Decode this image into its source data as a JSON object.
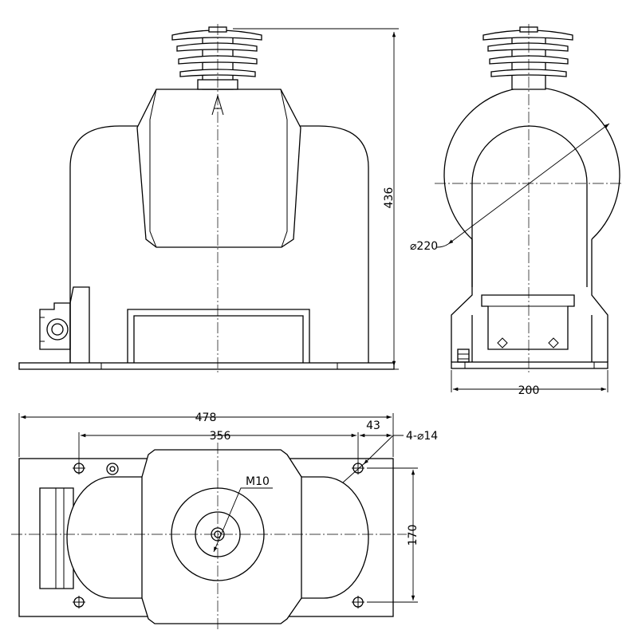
{
  "drawing": {
    "marker_letter": "A",
    "dimensions": {
      "front_height": "436",
      "side_diameter": "⌀220",
      "side_width": "200",
      "plan_overall_length": "478",
      "plan_hole_spacing": "356",
      "plan_edge_offset": "43",
      "plan_holes": "4-⌀14",
      "plan_thread": "M10",
      "plan_hole_pitch": "170"
    },
    "colors": {
      "line": "#000000",
      "background": "#ffffff"
    }
  }
}
